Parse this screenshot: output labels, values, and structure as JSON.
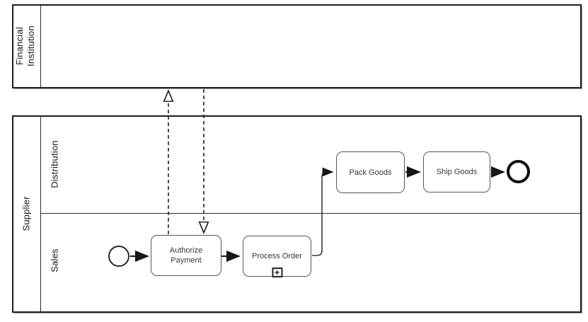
{
  "diagram_type": "BPMN collaboration diagram",
  "pools": [
    {
      "label": "Financial Institution",
      "lanes": []
    },
    {
      "label": "Supplier",
      "lanes": [
        {
          "label": "Distribution"
        },
        {
          "label": "Sales"
        }
      ]
    }
  ],
  "tasks": [
    {
      "label": "Authorize Payment",
      "lane": "Sales"
    },
    {
      "label": "Process Order",
      "lane": "Sales",
      "marker": "+",
      "marker_type": "subprocess"
    },
    {
      "label": "Pack Goods",
      "lane": "Distribution"
    },
    {
      "label": "Ship Goods",
      "lane": "Distribution"
    }
  ],
  "events": [
    {
      "type": "start",
      "lane": "Sales"
    },
    {
      "type": "end",
      "lane": "Distribution"
    }
  ],
  "sequence_flows": [
    {
      "from": "start-event",
      "to": "Authorize Payment"
    },
    {
      "from": "Authorize Payment",
      "to": "Process Order"
    },
    {
      "from": "Process Order",
      "to": "Pack Goods"
    },
    {
      "from": "Pack Goods",
      "to": "Ship Goods"
    },
    {
      "from": "Ship Goods",
      "to": "end-event"
    }
  ],
  "message_flows": [
    {
      "from": "Authorize Payment",
      "to": "Financial Institution",
      "style": "dashed-open-arrow"
    },
    {
      "from": "Financial Institution",
      "to": "Authorize Payment",
      "style": "dashed-open-arrow"
    }
  ],
  "colors": {
    "background": "#ffffff",
    "pool_border": "#1c1c1c",
    "task_border": "#565656",
    "flow_line": "#161616",
    "text": "#33363f"
  }
}
